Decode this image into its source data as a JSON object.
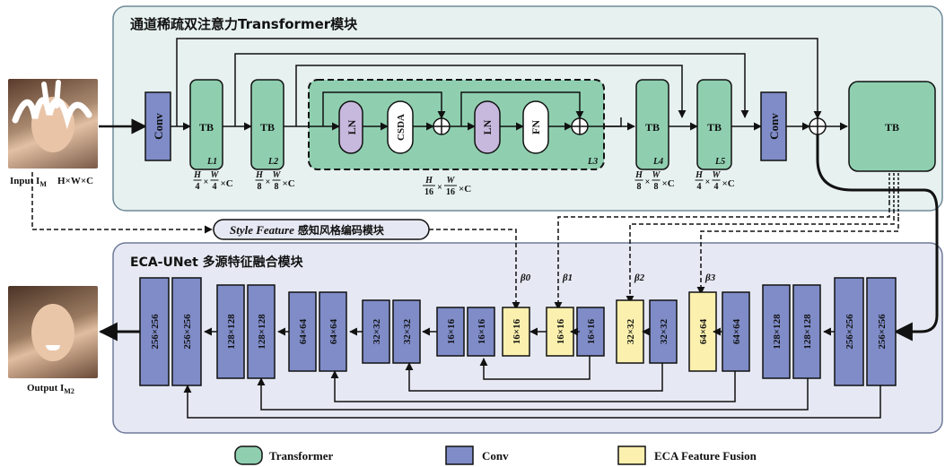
{
  "transformer_module": {
    "title": "通道稀疏双注意力Transformer模块",
    "conv_label": "Conv",
    "tb_label": "TB",
    "tb_sublabels": [
      "L1",
      "L2",
      "L3",
      "L4",
      "L5"
    ],
    "ln_label": "LN",
    "csda_label": "CSDA",
    "fn_label": "FN",
    "final_tb_label": "TB"
  },
  "fractions": [
    {
      "num1": "H",
      "den1": "4",
      "num2": "W",
      "den2": "4",
      "tail": "×C"
    },
    {
      "num1": "H",
      "den1": "8",
      "num2": "W",
      "den2": "8",
      "tail": "×C"
    },
    {
      "num1": "H",
      "den1": "16",
      "num2": "W",
      "den2": "16",
      "tail": "×C"
    },
    {
      "num1": "H",
      "den1": "8",
      "num2": "W",
      "den2": "8",
      "tail": "×C"
    },
    {
      "num1": "H",
      "den1": "4",
      "num2": "W",
      "den2": "4",
      "tail": "×C"
    }
  ],
  "input": {
    "label": "Input I",
    "sub": "M",
    "size": "H×W×C"
  },
  "output": {
    "label": "Output  I",
    "sub": "M2"
  },
  "style_feature": {
    "italic": "Style Feature",
    "rest": "感知风格编码模块"
  },
  "unet": {
    "title": "ECA-UNet 多源特征融合模块",
    "left_blocks": [
      "256×256",
      "256×256",
      "128×128",
      "128×128",
      "64×64",
      "64×64",
      "32×32",
      "32×32",
      "16×16",
      "16×16",
      "16×16"
    ],
    "fusion_blocks": [
      "16×16",
      "32×32",
      "64×64"
    ],
    "mid_blocks": [
      "16×16"
    ],
    "right_blocks": [
      "32×32",
      "64×64",
      "128×128",
      "128×128",
      "256×256",
      "256×256"
    ],
    "betas": [
      "β0",
      "β1",
      "β2",
      "β3"
    ]
  },
  "legend": [
    {
      "label": "Transformer",
      "color": "#8fcfb0"
    },
    {
      "label": "Conv",
      "color": "#7f8cc8"
    },
    {
      "label": "ECA Feature Fusion",
      "color": "#fbf0ad"
    }
  ],
  "colors": {
    "transformer": "#8fcfb0",
    "conv": "#7f8cc8",
    "fusion": "#fbf0ad",
    "ln": "#c7b8dd",
    "panel_top": "#e7f1ef",
    "panel_bottom": "#e6e9f3"
  }
}
